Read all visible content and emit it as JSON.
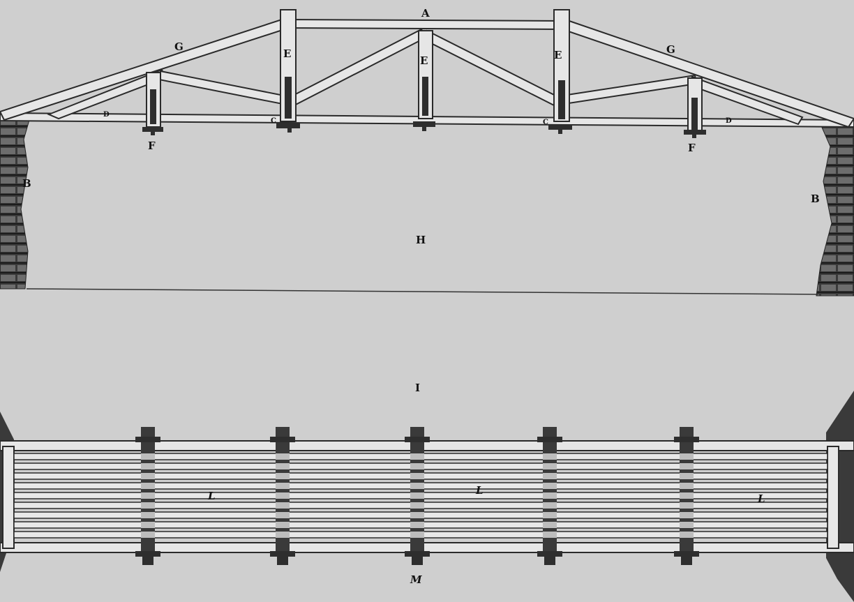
{
  "labels": {
    "A": "A",
    "B": "B",
    "C": "C",
    "D": "D",
    "E": "E",
    "F": "F",
    "G": "G",
    "H": "H",
    "I": "I",
    "L": "L",
    "M": "M"
  },
  "colors": {
    "paper": "#cfcfcf",
    "timber": "#e6e6e6",
    "timber_edge": "#2a2a2a",
    "masonry": "#3a3a3a",
    "iron": "#2e2e2e"
  }
}
